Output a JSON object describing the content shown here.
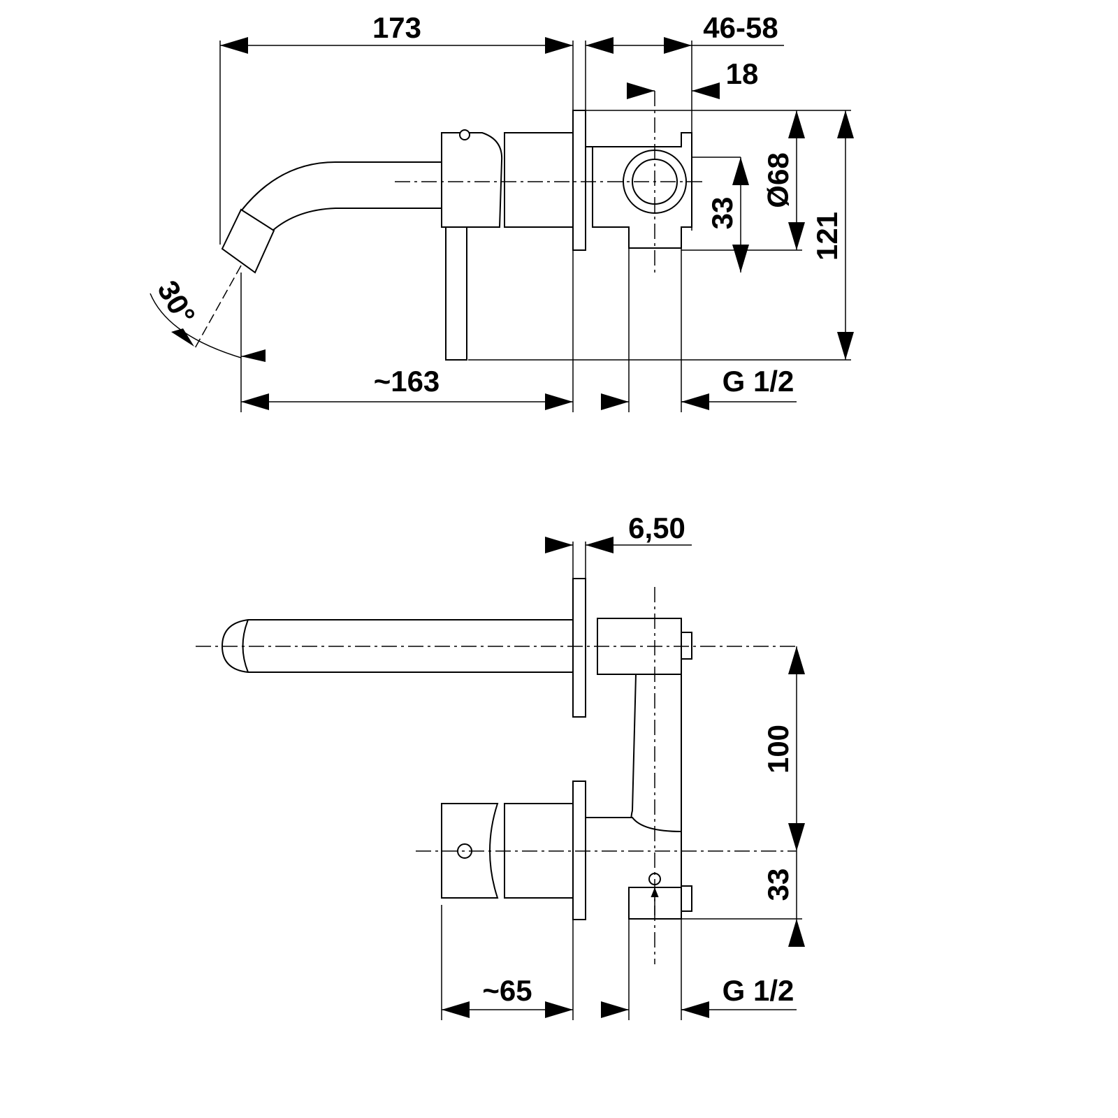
{
  "top_view": {
    "dim_total_length": "173",
    "dim_wall_depth": "46-58",
    "dim_inlet_offset": "18",
    "dim_plate_diameter": "Ø68",
    "dim_inlet_height": "33",
    "dim_total_height": "121",
    "dim_spout_angle": "30°",
    "dim_spout_reach": "~163",
    "dim_thread": "G 1/2"
  },
  "front_view": {
    "dim_plate_thickness": "6,50",
    "dim_spout_spacing": "100",
    "dim_inlet_height": "33",
    "dim_handle_length": "~65",
    "dim_thread": "G 1/2"
  }
}
